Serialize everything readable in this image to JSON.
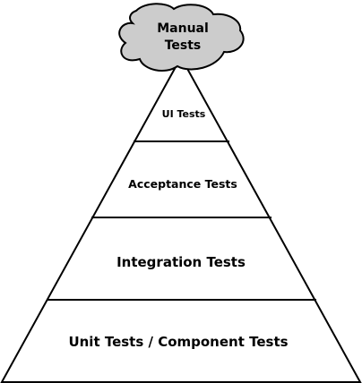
{
  "diagram": {
    "cloud": {
      "line1": "Manual",
      "line2": "Tests",
      "fill": "#cccccc"
    },
    "layers": [
      {
        "label": "UI Tests"
      },
      {
        "label": "Acceptance Tests"
      },
      {
        "label": "Integration Tests"
      },
      {
        "label": "Unit Tests / Component Tests"
      }
    ],
    "stroke": "#000000",
    "background": "#ffffff"
  }
}
